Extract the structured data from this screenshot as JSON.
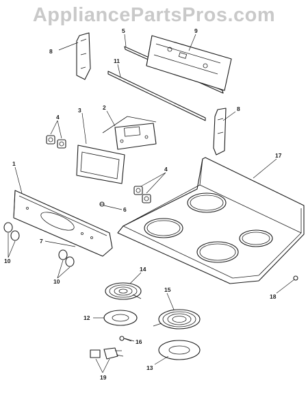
{
  "watermark": "AppliancePartsPros.com",
  "callouts": {
    "c1": "1",
    "c2": "2",
    "c3": "3",
    "c4a": "4",
    "c4b": "4",
    "c5": "5",
    "c6": "6",
    "c7": "7",
    "c8a": "8",
    "c8b": "8",
    "c9": "9",
    "c10a": "10",
    "c10b": "10",
    "c11": "11",
    "c12": "12",
    "c13": "13",
    "c14": "14",
    "c15": "15",
    "c16": "16",
    "c17": "17",
    "c18": "18",
    "c19": "19"
  }
}
